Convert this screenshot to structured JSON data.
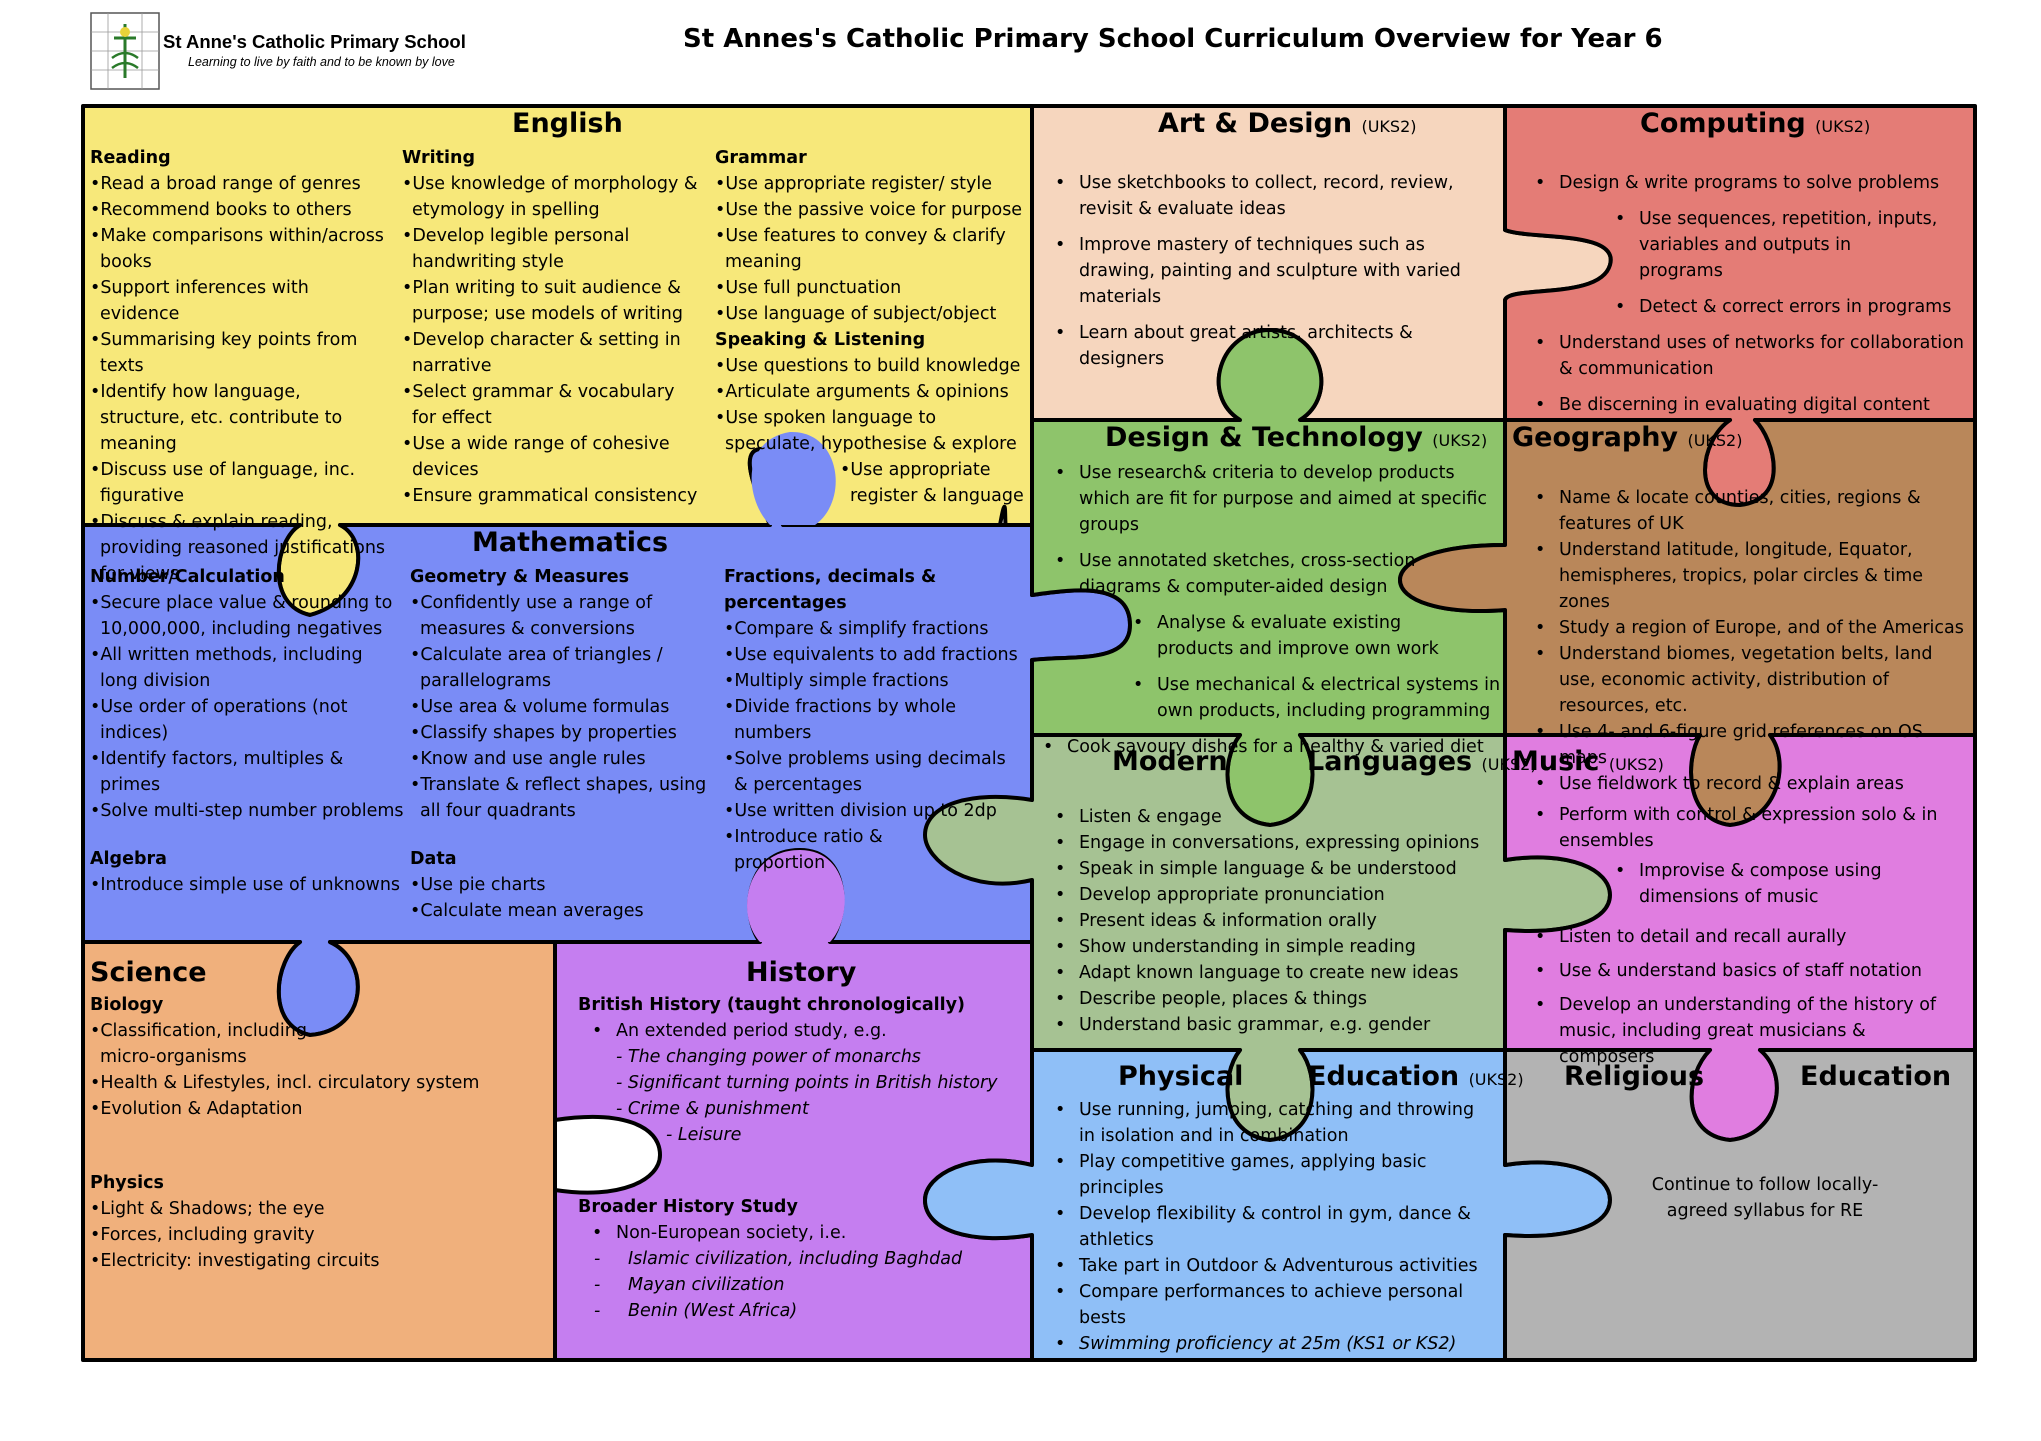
{
  "header": {
    "school_name": "St Anne's Catholic Primary School",
    "motto": "Learning to live by faith and to be known by love",
    "title": "St Annes's Catholic Primary School Curriculum Overview for Year 6"
  },
  "colors": {
    "english": "#f7e87a",
    "art": "#f6d6be",
    "computing": "#e47c76",
    "maths": "#7a8cf6",
    "dt": "#8ec46b",
    "geography": "#b9875a",
    "languages": "#a6c293",
    "music": "#e07de0",
    "science": "#f0b07c",
    "history": "#c57ef0",
    "pe": "#8fbff7",
    "re": "#b3b3b3"
  },
  "english": {
    "title": "English",
    "reading": {
      "heading": "Reading",
      "items": [
        "Read a broad range of genres",
        "Recommend books to others",
        "Make comparisons within/across books",
        "Support inferences with evidence",
        "Summarising key points from texts",
        "Identify how language, structure, etc. contribute to meaning",
        "Discuss use of language, inc. figurative",
        "Discuss & explain reading, providing reasoned justifications for views"
      ]
    },
    "writing": {
      "heading": "Writing",
      "items": [
        "Use knowledge of morphology & etymology in spelling",
        "Develop legible personal handwriting style",
        "Plan writing to suit audience & purpose; use models of writing",
        "Develop character & setting in narrative",
        "Select grammar & vocabulary for effect",
        "Use a wide range of cohesive devices",
        "Ensure grammatical consistency"
      ]
    },
    "grammar": {
      "heading": "Grammar",
      "items": [
        "Use appropriate register/ style",
        "Use the passive voice for purpose",
        "Use features to convey & clarify meaning",
        "Use full punctuation",
        "Use language of subject/object"
      ]
    },
    "speaking": {
      "heading": "Speaking & Listening",
      "items": [
        "Use questions to build knowledge",
        "Articulate arguments & opinions",
        "Use spoken language to speculate, hypothesise & explore",
        "Use appropriate register & language"
      ]
    }
  },
  "art": {
    "title": "Art & Design",
    "uks": "(UKS2)",
    "items": [
      "Use sketchbooks to collect, record, review, revisit & evaluate ideas",
      "Improve mastery of techniques such as drawing, painting and sculpture with varied materials",
      "Learn about great artists, architects & designers"
    ]
  },
  "computing": {
    "title": "Computing",
    "uks": "(UKS2)",
    "items": [
      "Design & write programs to solve problems",
      "Use sequences, repetition, inputs, variables and outputs in programs",
      "Detect & correct errors in programs",
      "Understand uses of networks for collaboration & communication",
      "Be discerning in evaluating digital content"
    ]
  },
  "maths": {
    "title": "Mathematics",
    "number": {
      "heading": "Number/Calculation",
      "items": [
        "Secure place value & rounding to 10,000,000, including negatives",
        "All written methods, including long division",
        "Use order of operations (not indices)",
        "Identify factors, multiples & primes",
        "Solve multi-step number problems"
      ]
    },
    "algebra": {
      "heading": "Algebra",
      "items": [
        "Introduce simple use of unknowns"
      ]
    },
    "geometry": {
      "heading": "Geometry & Measures",
      "items": [
        "Confidently use a range of measures & conversions",
        "Calculate area of triangles / parallelograms",
        "Use area & volume formulas",
        "Classify shapes by properties",
        "Know and use angle rules",
        "Translate & reflect shapes, using all four quadrants"
      ]
    },
    "data": {
      "heading": "Data",
      "items": [
        "Use pie charts",
        "Calculate mean averages"
      ]
    },
    "fractions": {
      "heading": "Fractions, decimals & percentages",
      "items": [
        "Compare & simplify fractions",
        "Use equivalents to add fractions",
        "Multiply simple fractions",
        "Divide fractions by whole numbers",
        "Solve problems using decimals & percentages",
        "Use written division up to 2dp",
        "Introduce ratio & proportion"
      ]
    }
  },
  "dt": {
    "title": "Design & Technology",
    "uks": "(UKS2)",
    "items": [
      "Use research& criteria to develop products which are fit for purpose and aimed at specific groups",
      "Use annotated sketches, cross-section diagrams & computer-aided design",
      "Analyse & evaluate existing products and improve own work",
      "Use mechanical & electrical systems in own products, including programming",
      "Cook savoury dishes for a healthy & varied diet"
    ]
  },
  "geography": {
    "title": "Geography",
    "uks": "(UKS2)",
    "items": [
      "Name & locate counties, cities, regions & features of UK",
      "Understand latitude, longitude, Equator, hemispheres, tropics, polar circles & time zones",
      "Study a region of Europe, and of the Americas",
      "Understand biomes, vegetation belts, land use, economic activity, distribution of resources, etc.",
      "Use 4- and 6-figure grid references on OS maps",
      "Use fieldwork to record & explain areas"
    ]
  },
  "languages": {
    "title_a": "Modern",
    "title_b": "Languages",
    "uks": "(UKS2)",
    "items": [
      "Listen & engage",
      "Engage in conversations, expressing opinions",
      "Speak in simple language & be understood",
      "Develop appropriate pronunciation",
      "Present ideas & information orally",
      "Show understanding in simple reading",
      "Adapt known language to create new ideas",
      "Describe people, places & things",
      "Understand basic grammar, e.g. gender"
    ]
  },
  "music": {
    "title": "Music",
    "uks": "(UKS2)",
    "items": [
      "Perform with control & expression solo & in ensembles",
      "Improvise & compose using dimensions of music",
      "Listen to detail and recall aurally",
      "Use & understand basics of staff notation",
      "Develop an understanding of the history of music, including great musicians & composers"
    ]
  },
  "science": {
    "title": "Science",
    "biology": {
      "heading": "Biology",
      "items": [
        "Classification, including micro-organisms",
        "Health & Lifestyles, incl. circulatory system",
        "Evolution & Adaptation"
      ]
    },
    "physics": {
      "heading": "Physics",
      "items": [
        "Light & Shadows; the eye",
        "Forces, including gravity",
        "Electricity: investigating circuits"
      ]
    }
  },
  "history": {
    "title": "History",
    "british": {
      "heading": "British History (taught chronologically)",
      "lead": "An extended period study, e.g.",
      "items": [
        "- The changing power of monarchs",
        "- Significant turning points in British history",
        "- Crime & punishment",
        "- Leisure"
      ]
    },
    "broader": {
      "heading": "Broader History Study",
      "lead": "Non-European society, i.e.",
      "items": [
        "Islamic civilization, including Baghdad",
        "Mayan civilization",
        "Benin (West Africa)"
      ]
    }
  },
  "pe": {
    "title_a": "Physical",
    "title_b": "Education",
    "uks": "(UKS2)",
    "items": [
      "Use running, jumping, catching and throwing in isolation and  in combination",
      "Play competitive games, applying basic principles",
      "Develop flexibility & control in gym, dance & athletics",
      "Take part in Outdoor & Adventurous activities",
      "Compare performances to achieve personal bests"
    ],
    "italic_item": "Swimming proficiency at 25m (KS1 or KS2)"
  },
  "re": {
    "title_a": "Religious",
    "title_b": "Education",
    "text": "Continue to follow locally-agreed syllabus for RE"
  }
}
